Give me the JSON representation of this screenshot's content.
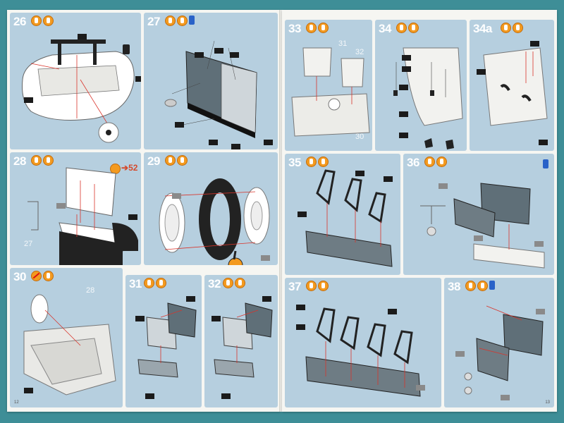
{
  "steps": [
    {
      "id": "s26",
      "label": "26"
    },
    {
      "id": "s27",
      "label": "27"
    },
    {
      "id": "s28",
      "label": "28"
    },
    {
      "id": "s29",
      "label": "29"
    },
    {
      "id": "s30",
      "label": "30"
    },
    {
      "id": "s31",
      "label": "31"
    },
    {
      "id": "s32",
      "label": "32"
    },
    {
      "id": "s33",
      "label": "33"
    },
    {
      "id": "s34",
      "label": "34"
    },
    {
      "id": "s34a",
      "label": "34a"
    },
    {
      "id": "s35",
      "label": "35"
    },
    {
      "id": "s36",
      "label": "36"
    },
    {
      "id": "s37",
      "label": "37"
    },
    {
      "id": "s38",
      "label": "38"
    }
  ],
  "references": {
    "step28_next": "52",
    "step28_sub": "27",
    "step30_sub": "28",
    "step33_a": "31",
    "step33_b": "32",
    "step33_c": "30"
  },
  "page_numbers": {
    "left": "12",
    "right": "13"
  },
  "colors": {
    "background": "#3e8e97",
    "panel": "#b6cfdf",
    "page": "#f6f6f2",
    "step_number": "#ffffff",
    "glue_icon": "#f39a1f",
    "paint_can": "#2962c8",
    "guide_line": "#d9342b"
  },
  "icon_names": [
    "glue-icon",
    "no-glue-icon",
    "paint-can-icon",
    "color-flag-icon"
  ]
}
